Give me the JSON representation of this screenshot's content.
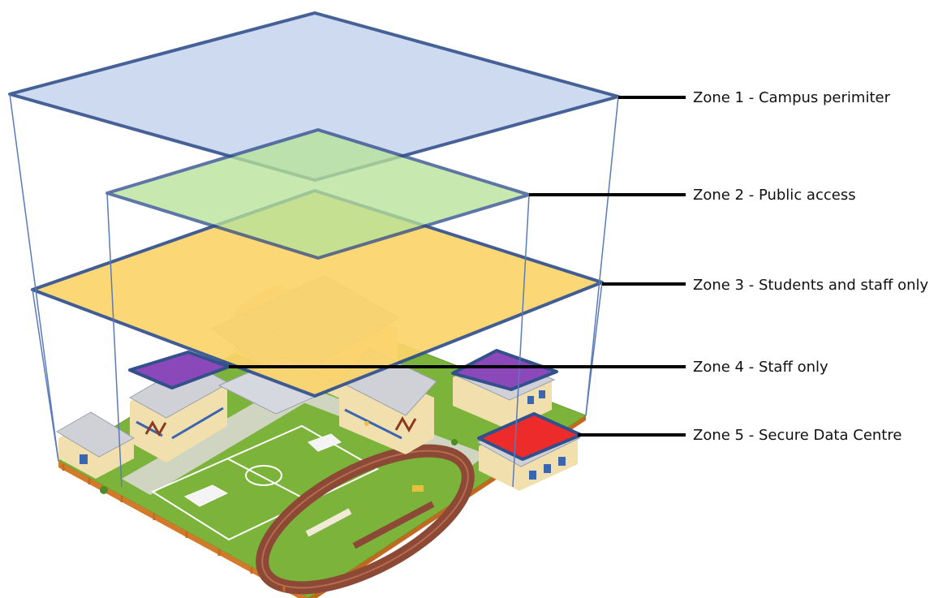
{
  "zones": [
    {
      "label": "Zone 1 - Campus perimiter",
      "color": "#c9d7ef"
    },
    {
      "label": "Zone 2 - Public access",
      "color": "#b8e39a"
    },
    {
      "label": "Zone 3 - Students and staff only",
      "color": "#fcd46a"
    },
    {
      "label": "Zone 4 - Staff only",
      "color": "#8b48b8"
    },
    {
      "label": "Zone 5 - Secure Data Centre",
      "color": "#ee2b2b"
    }
  ],
  "colors": {
    "outline": "#32508c",
    "grass": "#7cb33a",
    "track": "#8c4a36",
    "building_roof": "#cfd1d6",
    "building_wall": "#f2dfae"
  }
}
